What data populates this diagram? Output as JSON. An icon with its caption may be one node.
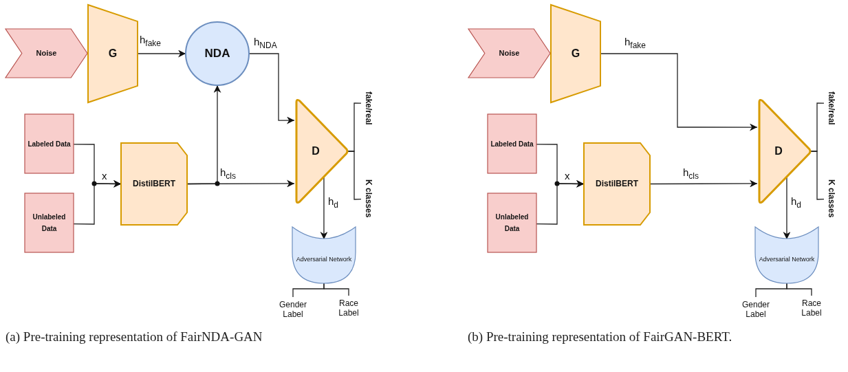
{
  "diagram": {
    "nodes": [
      {
        "text": [
          "Noise"
        ]
      },
      {
        "text": [
          "G"
        ]
      },
      {
        "text": [
          "NDA"
        ]
      },
      {
        "text": [
          "Labeled Data"
        ]
      },
      {
        "text": [
          "Unlabeled Data"
        ]
      },
      {
        "text": [
          "DistilBERT"
        ]
      },
      {
        "text": [
          "D"
        ]
      },
      {
        "text": [
          "Adversarial Network"
        ]
      },
      {
        "text": [
          "fake/real"
        ]
      },
      {
        "text": [
          "K classes"
        ]
      },
      {
        "text": [
          "Gender Label"
        ]
      },
      {
        "text": [
          "Race Label"
        ]
      },
      {
        "text": [
          "Noise"
        ]
      },
      {
        "text": [
          "G"
        ]
      },
      {
        "text": [
          "Labeled Data"
        ]
      },
      {
        "text": [
          "Unlabeled Data"
        ]
      },
      {
        "text": [
          "DistilBERT"
        ]
      },
      {
        "text": [
          "D"
        ]
      },
      {
        "text": [
          "Adversarial Network"
        ]
      },
      {
        "text": [
          "fake/real"
        ]
      },
      {
        "text": [
          "K classes"
        ]
      },
      {
        "text": [
          "Gender Label"
        ]
      },
      {
        "text": [
          "Race Label"
        ]
      }
    ],
    "edges": [
      {
        "from": 1,
        "to": 2,
        "arrow": "to",
        "label": "h$_{fake}$"
      },
      {
        "from": 2,
        "to": 6,
        "arrow": "to",
        "label": "h$_{NDA}$"
      },
      {
        "from": 3,
        "to": 5,
        "arrow": "to",
        "label": "x"
      },
      {
        "from": 4,
        "to": 5,
        "arrow": "to"
      },
      {
        "from": 5,
        "to": 6,
        "arrow": "to",
        "label": "h$_{cls}$"
      },
      {
        "from": 5,
        "to": 2,
        "arrow": "to"
      },
      {
        "from": 6,
        "to": 7,
        "arrow": "to",
        "label": "h$_{d}$"
      },
      {
        "from": 6,
        "to": 8,
        "arrow": "none"
      },
      {
        "from": 6,
        "to": 9,
        "arrow": "none"
      },
      {
        "from": 7,
        "to": 10,
        "arrow": "none"
      },
      {
        "from": 7,
        "to": 11,
        "arrow": "none"
      },
      {
        "from": 13,
        "to": 17,
        "arrow": "to",
        "label": "h$_{fake}$"
      },
      {
        "from": 14,
        "to": 16,
        "arrow": "to",
        "label": "x"
      },
      {
        "from": 15,
        "to": 16,
        "arrow": "to"
      },
      {
        "from": 16,
        "to": 17,
        "arrow": "to",
        "label": "h$_{cls}$"
      },
      {
        "from": 17,
        "to": 18,
        "arrow": "to",
        "label": "h$_{d}$"
      },
      {
        "from": 17,
        "to": 19,
        "arrow": "none"
      },
      {
        "from": 17,
        "to": 20,
        "arrow": "none"
      },
      {
        "from": 18,
        "to": 21,
        "arrow": "none"
      },
      {
        "from": 18,
        "to": 22,
        "arrow": "none"
      }
    ],
    "labels": [
      "(a) Pre-training representation of FairNDA-GAN",
      "(b) Pre-training representation of FairGAN-BERT."
    ]
  }
}
